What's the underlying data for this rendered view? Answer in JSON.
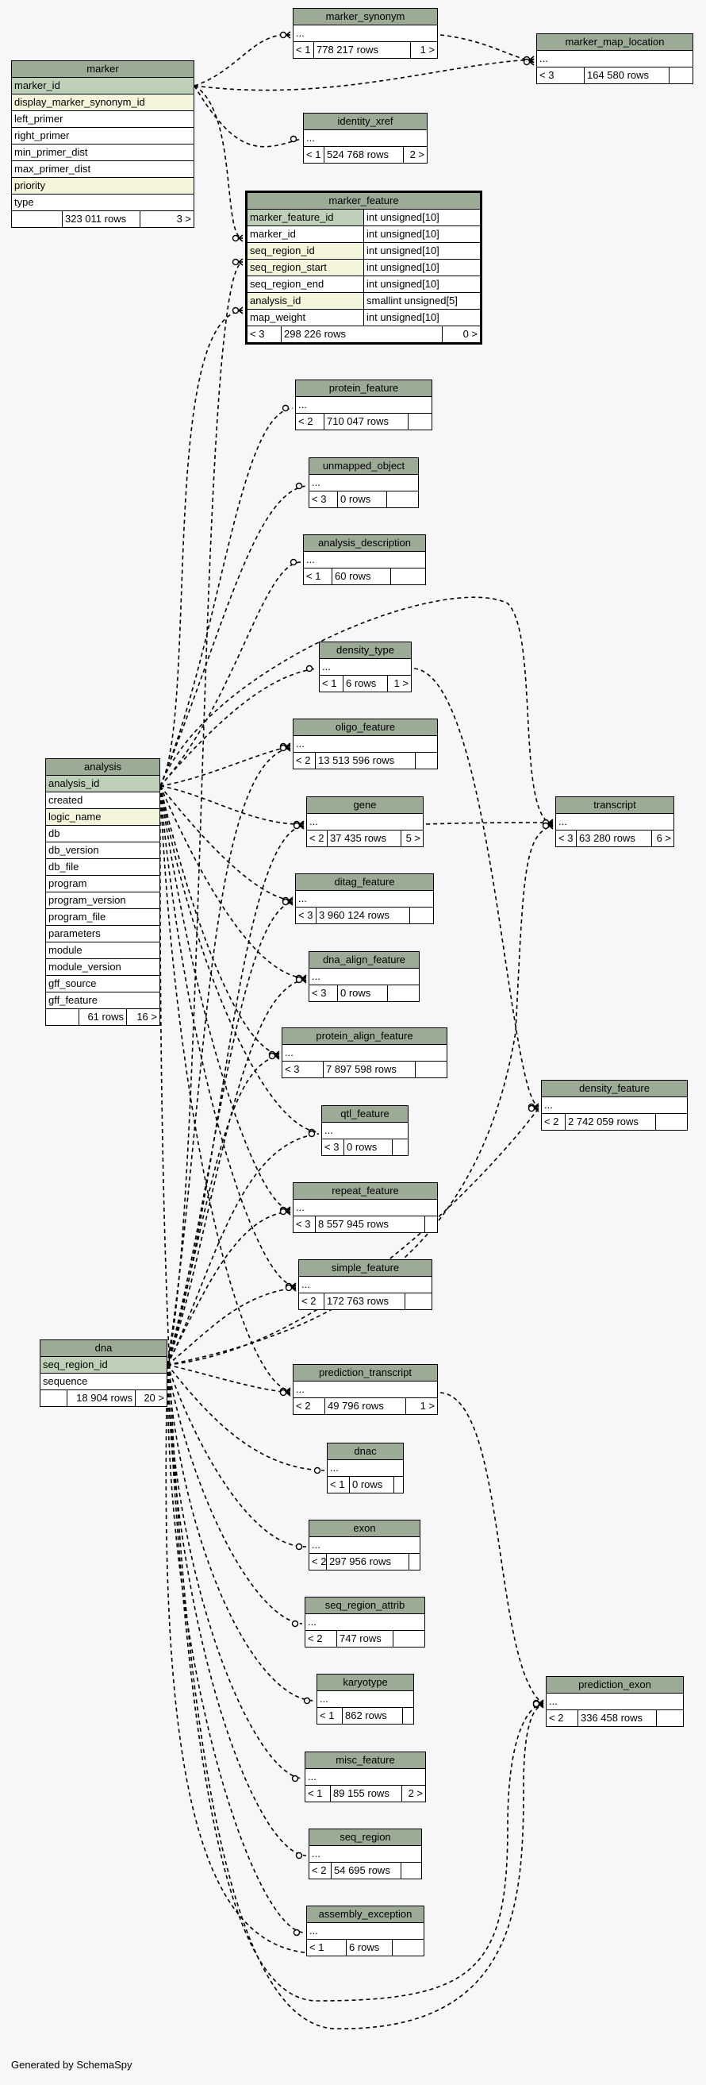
{
  "footer": "Generated by SchemaSpy",
  "tables": {
    "marker_synonym": {
      "name": "marker_synonym",
      "row": "...",
      "parents": "< 1",
      "rows": "778 217 rows",
      "children": "1 >"
    },
    "marker_map_location": {
      "name": "marker_map_location",
      "row": "...",
      "parents": "< 3",
      "rows": "164 580 rows",
      "children": ""
    },
    "marker": {
      "name": "marker",
      "columns": [
        "marker_id",
        "display_marker_synonym_id",
        "left_primer",
        "right_primer",
        "min_primer_dist",
        "max_primer_dist",
        "priority",
        "type"
      ],
      "parents": "",
      "rows": "323 011 rows",
      "children": "3 >"
    },
    "identity_xref": {
      "name": "identity_xref",
      "row": "...",
      "parents": "< 1",
      "rows": "524 768 rows",
      "children": "2 >"
    },
    "marker_feature": {
      "name": "marker_feature",
      "columns": [
        {
          "name": "marker_feature_id",
          "type": "int unsigned[10]"
        },
        {
          "name": "marker_id",
          "type": "int unsigned[10]"
        },
        {
          "name": "seq_region_id",
          "type": "int unsigned[10]"
        },
        {
          "name": "seq_region_start",
          "type": "int unsigned[10]"
        },
        {
          "name": "seq_region_end",
          "type": "int unsigned[10]"
        },
        {
          "name": "analysis_id",
          "type": "smallint unsigned[5]"
        },
        {
          "name": "map_weight",
          "type": "int unsigned[10]"
        }
      ],
      "parents": "< 3",
      "rows": "298 226 rows",
      "children": "0 >"
    },
    "protein_feature": {
      "name": "protein_feature",
      "row": "...",
      "parents": "< 2",
      "rows": "710 047 rows",
      "children": ""
    },
    "unmapped_object": {
      "name": "unmapped_object",
      "row": "...",
      "parents": "< 3",
      "rows": "0 rows",
      "children": ""
    },
    "analysis_description": {
      "name": "analysis_description",
      "row": "...",
      "parents": "< 1",
      "rows": "60 rows",
      "children": ""
    },
    "density_type": {
      "name": "density_type",
      "row": "...",
      "parents": "< 1",
      "rows": "6 rows",
      "children": "1 >"
    },
    "oligo_feature": {
      "name": "oligo_feature",
      "row": "...",
      "parents": "< 2",
      "rows": "13 513 596 rows",
      "children": ""
    },
    "analysis": {
      "name": "analysis",
      "columns": [
        "analysis_id",
        "created",
        "logic_name",
        "db",
        "db_version",
        "db_file",
        "program",
        "program_version",
        "program_file",
        "parameters",
        "module",
        "module_version",
        "gff_source",
        "gff_feature"
      ],
      "parents": "",
      "rows": "61 rows",
      "children": "16 >"
    },
    "gene": {
      "name": "gene",
      "row": "...",
      "parents": "< 2",
      "rows": "37 435 rows",
      "children": "5 >"
    },
    "transcript": {
      "name": "transcript",
      "row": "...",
      "parents": "< 3",
      "rows": "63 280 rows",
      "children": "6 >"
    },
    "ditag_feature": {
      "name": "ditag_feature",
      "row": "...",
      "parents": "< 3",
      "rows": "3 960 124 rows",
      "children": ""
    },
    "dna_align_feature": {
      "name": "dna_align_feature",
      "row": "...",
      "parents": "< 3",
      "rows": "0 rows",
      "children": ""
    },
    "protein_align_feature": {
      "name": "protein_align_feature",
      "row": "...",
      "parents": "< 3",
      "rows": "7 897 598 rows",
      "children": ""
    },
    "density_feature": {
      "name": "density_feature",
      "row": "...",
      "parents": "< 2",
      "rows": "2 742 059 rows",
      "children": ""
    },
    "qtl_feature": {
      "name": "qtl_feature",
      "row": "...",
      "parents": "< 3",
      "rows": "0 rows",
      "children": ""
    },
    "repeat_feature": {
      "name": "repeat_feature",
      "row": "...",
      "parents": "< 3",
      "rows": "8 557 945 rows",
      "children": ""
    },
    "simple_feature": {
      "name": "simple_feature",
      "row": "...",
      "parents": "< 2",
      "rows": "172 763 rows",
      "children": ""
    },
    "dna": {
      "name": "dna",
      "columns": [
        "seq_region_id",
        "sequence"
      ],
      "parents": "",
      "rows": "18 904 rows",
      "children": "20 >"
    },
    "prediction_transcript": {
      "name": "prediction_transcript",
      "row": "...",
      "parents": "< 2",
      "rows": "49 796 rows",
      "children": "1 >"
    },
    "dnac": {
      "name": "dnac",
      "row": "...",
      "parents": "< 1",
      "rows": "0 rows",
      "children": ""
    },
    "exon": {
      "name": "exon",
      "row": "...",
      "parents": "< 2",
      "rows": "297 956 rows",
      "children": ""
    },
    "seq_region_attrib": {
      "name": "seq_region_attrib",
      "row": "...",
      "parents": "< 2",
      "rows": "747 rows",
      "children": ""
    },
    "karyotype": {
      "name": "karyotype",
      "row": "...",
      "parents": "< 1",
      "rows": "862 rows",
      "children": ""
    },
    "prediction_exon": {
      "name": "prediction_exon",
      "row": "...",
      "parents": "< 2",
      "rows": "336 458 rows",
      "children": ""
    },
    "misc_feature": {
      "name": "misc_feature",
      "row": "...",
      "parents": "< 1",
      "rows": "89 155 rows",
      "children": "2 >"
    },
    "seq_region": {
      "name": "seq_region",
      "row": "...",
      "parents": "< 2",
      "rows": "54 695 rows",
      "children": ""
    },
    "assembly_exception": {
      "name": "assembly_exception",
      "row": "...",
      "parents": "< 1",
      "rows": "6 rows",
      "children": ""
    }
  }
}
